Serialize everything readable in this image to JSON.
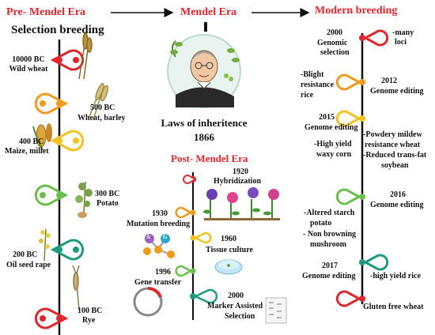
{
  "headers": {
    "pre": "Pre- Mendel Era",
    "mendel": "Mendel Era",
    "modern": "Modern breeding",
    "selection": "Selection breeding",
    "post": "Post- Mendel Era"
  },
  "mendel": {
    "laws": "Laws of inheritence",
    "year": "1866"
  },
  "pre_events": [
    {
      "year": "10000 BC",
      "crop": "Wild wheat"
    },
    {
      "year": "500 BC",
      "crop": "Wheat, barley"
    },
    {
      "year": "400 BC",
      "crop": "Maize, millet"
    },
    {
      "year": "300 BC",
      "crop": "Potato"
    },
    {
      "year": "200 BC",
      "crop": "Oil seed rape"
    },
    {
      "year": "100 BC",
      "crop": "Rye"
    }
  ],
  "post_events": [
    {
      "year": "1920",
      "label": "Hybridization"
    },
    {
      "year": "1930",
      "label": "Mutation breeding"
    },
    {
      "year": "1960",
      "label": "Tissue culture"
    },
    {
      "year": "1996",
      "label": "Gene transfer"
    },
    {
      "year": "2000",
      "label": "Marker Assisted",
      "label2": "Selection"
    }
  ],
  "modern_events": [
    {
      "year": "2000",
      "tech": "Genomic",
      "tech2": "selection",
      "detail": "-many",
      "detail2": "loci"
    },
    {
      "year": "2012",
      "tech": "Genome editing",
      "detail": "-Blight",
      "detail2": "resistance",
      "detail3": "rice"
    },
    {
      "year": "2015",
      "tech": "Genome editing",
      "detail": "-Powdery mildew",
      "detail2": "resistance wheat",
      "detail3": "-Reduced trans-fat",
      "detail4": "soybean",
      "detail5": "-High yield",
      "detail6": "waxy corn"
    },
    {
      "year": "2016",
      "tech": "Genome editing",
      "detail": "-Altered starch",
      "detail2": "potato",
      "detail3": "- Non browning",
      "detail4": "mushroom"
    },
    {
      "year": "2017",
      "tech": "Genome editing",
      "detail": "-high yield rice"
    },
    {
      "final": "Gluten free wheat"
    }
  ],
  "mutation_letters": [
    "A",
    "G"
  ],
  "colors": {
    "red": "#e0262d",
    "orange": "#f39a1c",
    "yellow": "#f3c21f",
    "green": "#6abf4b",
    "teal": "#1e9a7f"
  }
}
